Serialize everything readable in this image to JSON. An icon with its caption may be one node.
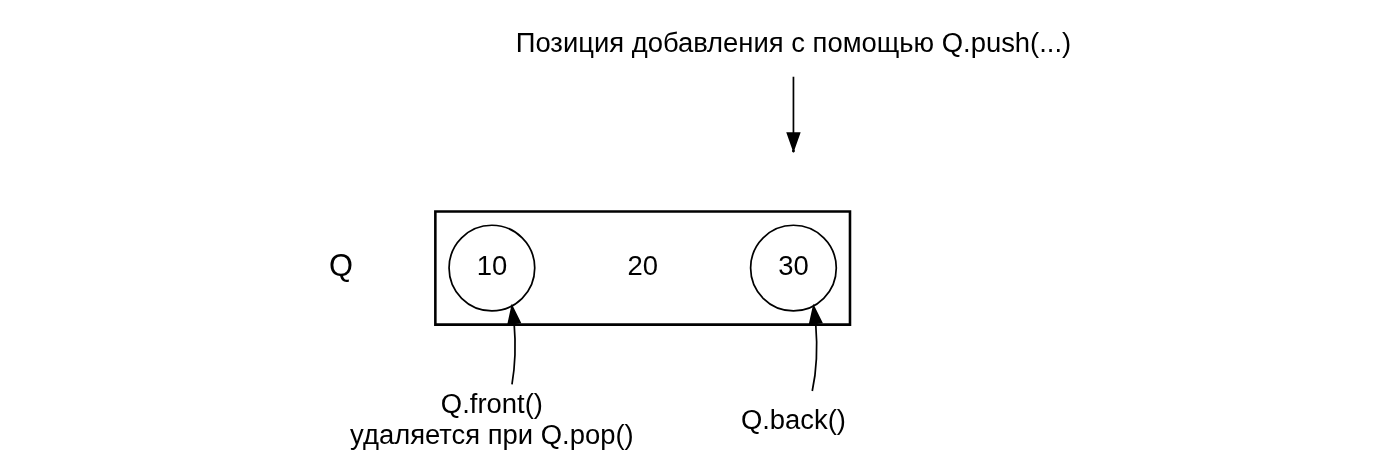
{
  "diagram": {
    "nodes": [
      {
        "text": [],
        "shape": "box",
        "beside": [
          "Q"
        ]
      },
      {
        "text": [
          "10"
        ],
        "in": 0
      },
      {
        "text": [
          "20"
        ],
        "in": 0
      },
      {
        "text": [
          "30"
        ],
        "in": 0
      },
      {
        "text": [
          "Q.front()",
          "удаляется при Q.pop()"
        ]
      },
      {
        "text": [
          "Q.back()"
        ]
      },
      {
        "text": [
          "Позиция добавления с помощью Q.push(...)"
        ]
      }
    ],
    "edges": [
      {
        "from": 4,
        "to": 1,
        "arrow": "to"
      },
      {
        "from": 5,
        "to": 3,
        "arrow": "to"
      },
      {
        "from": 6,
        "to": null,
        "arrow": "to"
      }
    ]
  }
}
